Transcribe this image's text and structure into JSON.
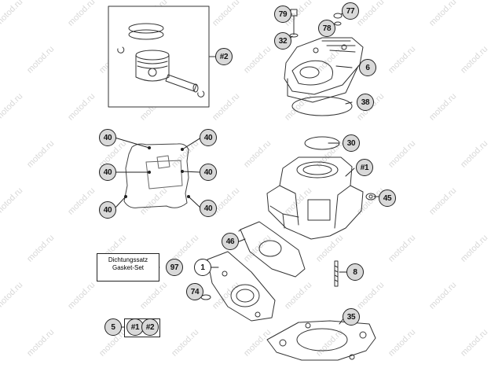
{
  "watermark": "motod.ru",
  "gasket_kit": {
    "line1": "Dichtungssatz",
    "line2": "Gasket-Set"
  },
  "callouts": [
    {
      "id": "c-79",
      "label": "79"
    },
    {
      "id": "c-77",
      "label": "77"
    },
    {
      "id": "c-78",
      "label": "78"
    },
    {
      "id": "c-32",
      "label": "32"
    },
    {
      "id": "c-6",
      "label": "6"
    },
    {
      "id": "c-38",
      "label": "38"
    },
    {
      "id": "c-30",
      "label": "30"
    },
    {
      "id": "c-h1",
      "label": "#1"
    },
    {
      "id": "c-45",
      "label": "45"
    },
    {
      "id": "c-46",
      "label": "46"
    },
    {
      "id": "c-8",
      "label": "8"
    },
    {
      "id": "c-1",
      "label": "1"
    },
    {
      "id": "c-74",
      "label": "74"
    },
    {
      "id": "c-35",
      "label": "35"
    },
    {
      "id": "c-h2",
      "label": "#2"
    },
    {
      "id": "c-40a",
      "label": "40"
    },
    {
      "id": "c-40b",
      "label": "40"
    },
    {
      "id": "c-40c",
      "label": "40"
    },
    {
      "id": "c-40d",
      "label": "40"
    },
    {
      "id": "c-40e",
      "label": "40"
    },
    {
      "id": "c-40f",
      "label": "40"
    },
    {
      "id": "c-97",
      "label": "97"
    },
    {
      "id": "c-5",
      "label": "5"
    },
    {
      "id": "c-g1",
      "label": "#1"
    },
    {
      "id": "c-g2",
      "label": "#2"
    }
  ]
}
